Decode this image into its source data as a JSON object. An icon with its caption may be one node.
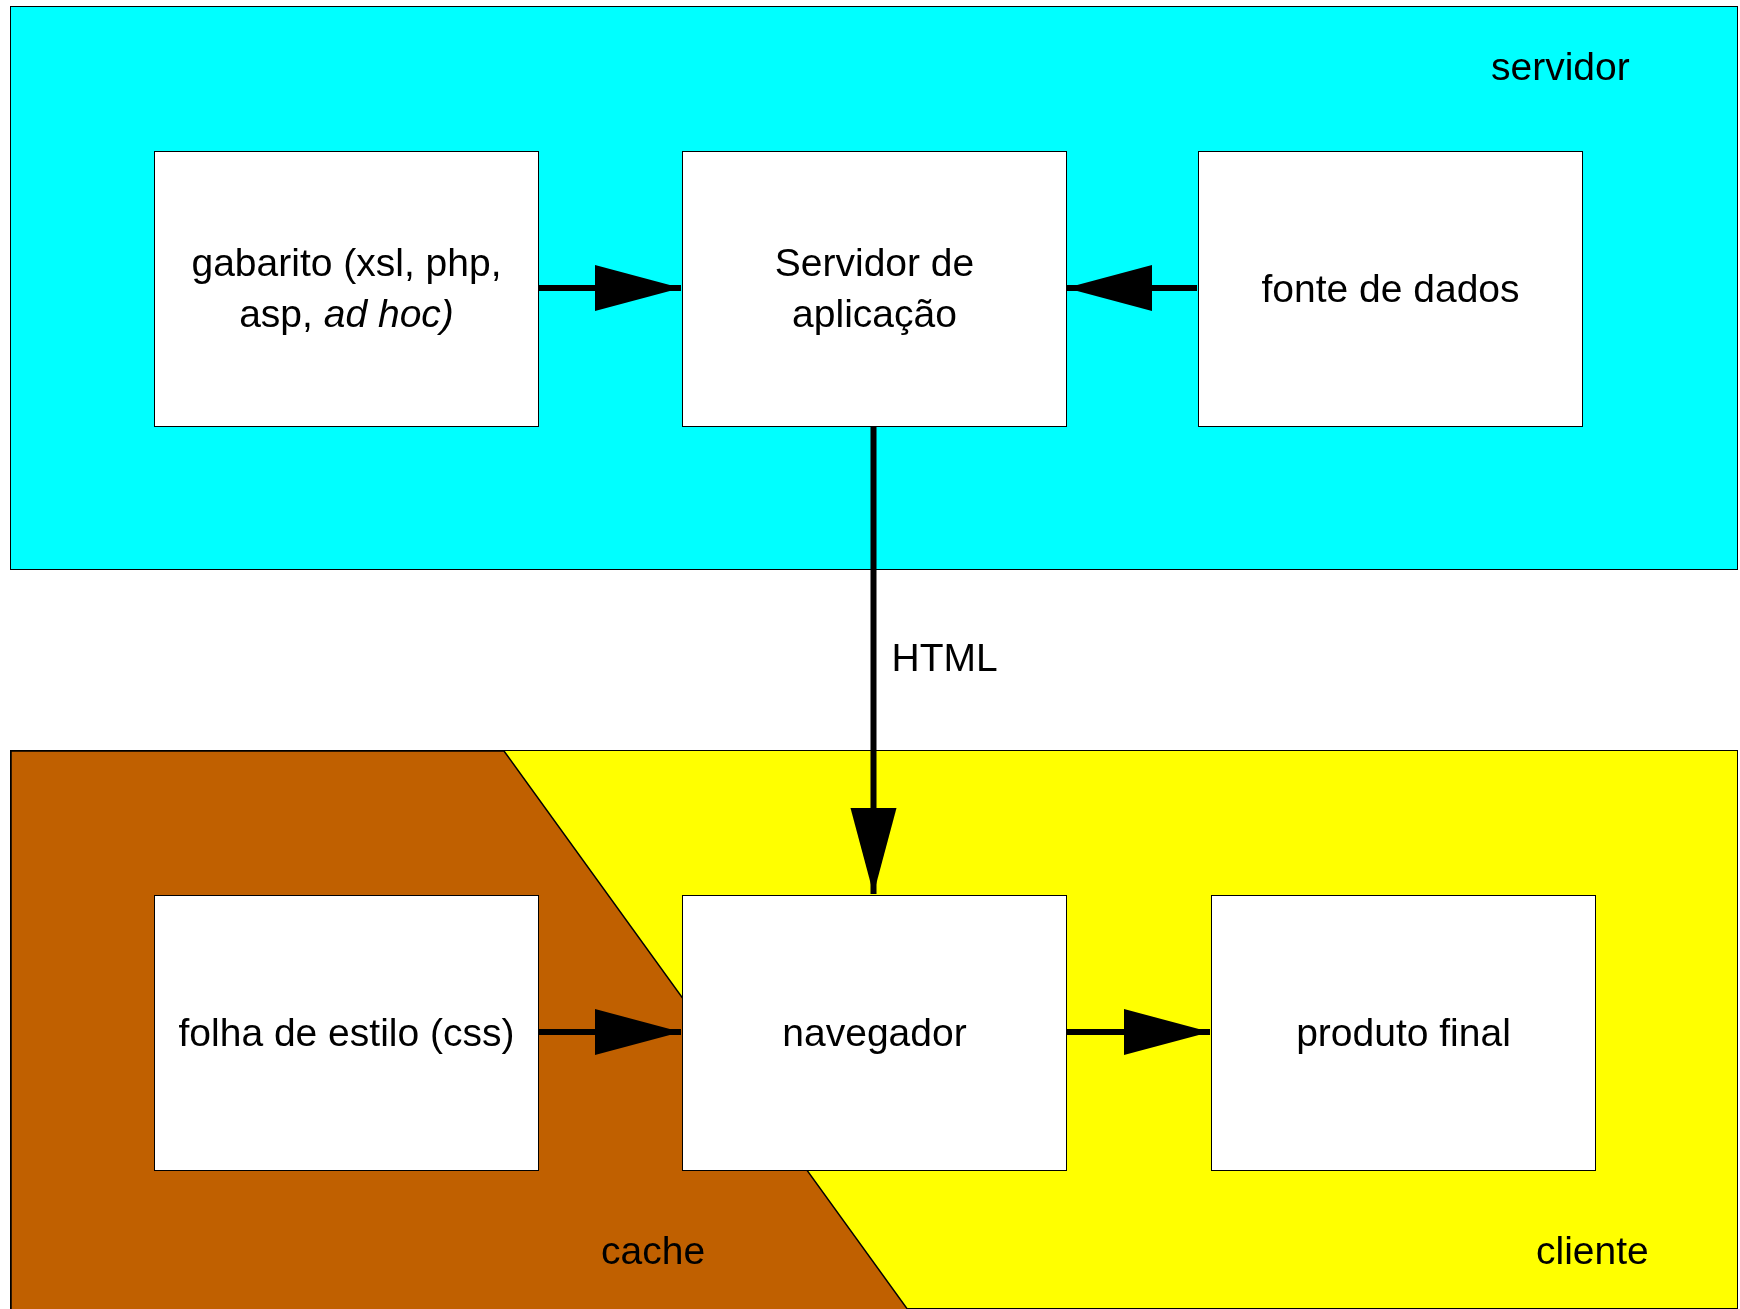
{
  "diagram": {
    "nodes": [
      {
        "text": [
          "servidor"
        ]
      },
      {
        "text": [
          "gabarito (xsl, php, asp, *ad hoc)*"
        ],
        "in": 0
      },
      {
        "text": [
          "Servidor de aplicação"
        ],
        "in": 0
      },
      {
        "text": [
          "fonte de dados"
        ],
        "in": 0
      },
      {
        "text": [
          "cliente"
        ]
      },
      {
        "text": [
          "cache"
        ],
        "in": 4
      },
      {
        "text": [
          "folha de estilo (css)"
        ],
        "in": 5
      },
      {
        "text": [
          "navegador"
        ],
        "in": 4
      },
      {
        "text": [
          "produto final"
        ],
        "in": 4
      }
    ],
    "edges": [
      {
        "from": 1,
        "to": 2,
        "arrow": "to"
      },
      {
        "from": 3,
        "to": 2,
        "arrow": "to"
      },
      {
        "from": 2,
        "to": 7,
        "arrow": "to",
        "label": "HTML"
      },
      {
        "from": 6,
        "to": 7,
        "arrow": "to"
      },
      {
        "from": 7,
        "to": 8,
        "arrow": "to"
      }
    ]
  }
}
